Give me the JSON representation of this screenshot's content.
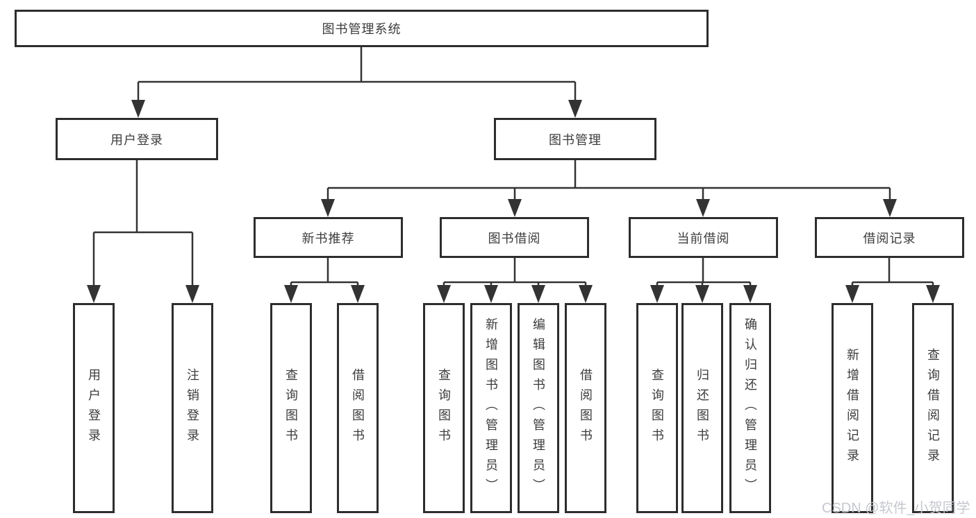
{
  "nodes": {
    "root": {
      "label": "图书管理系统"
    },
    "user_login": {
      "label": "用户登录"
    },
    "book_mgmt": {
      "label": "图书管理"
    },
    "new_book_rec": {
      "label": "新书推荐"
    },
    "book_borrow": {
      "label": "图书借阅"
    },
    "current_borrow": {
      "label": "当前借阅"
    },
    "borrow_record": {
      "label": "借阅记录"
    }
  },
  "leaves": {
    "user_login": [
      "用户登录",
      "注销登录"
    ],
    "new_book_rec": [
      "查询图书",
      "借阅图书"
    ],
    "book_borrow": [
      "查询图书",
      "新增图书（管理员）",
      "编辑图书（管理员）",
      "借阅图书"
    ],
    "current_borrow": [
      "查询图书",
      "归还图书",
      "确认归还（管理员）"
    ],
    "borrow_record": [
      "新增借阅记录",
      "查询借阅记录"
    ]
  },
  "hierarchy": {
    "图书管理系统": [
      "用户登录",
      "图书管理"
    ],
    "用户登录": [
      "用户登录",
      "注销登录"
    ],
    "图书管理": [
      "新书推荐",
      "图书借阅",
      "当前借阅",
      "借阅记录"
    ],
    "新书推荐": [
      "查询图书",
      "借阅图书"
    ],
    "图书借阅": [
      "查询图书",
      "新增图书（管理员）",
      "编辑图书（管理员）",
      "借阅图书"
    ],
    "当前借阅": [
      "查询图书",
      "归还图书",
      "确认归还（管理员）"
    ],
    "借阅记录": [
      "新增借阅记录",
      "查询借阅记录"
    ]
  },
  "watermark": "CSDN @软件_小贺同学",
  "colors": {
    "line": "#333333",
    "box_border": "#2d2d2d",
    "text": "#3c3c3c",
    "watermark": "#c5c8ce",
    "background": "#ffffff"
  }
}
